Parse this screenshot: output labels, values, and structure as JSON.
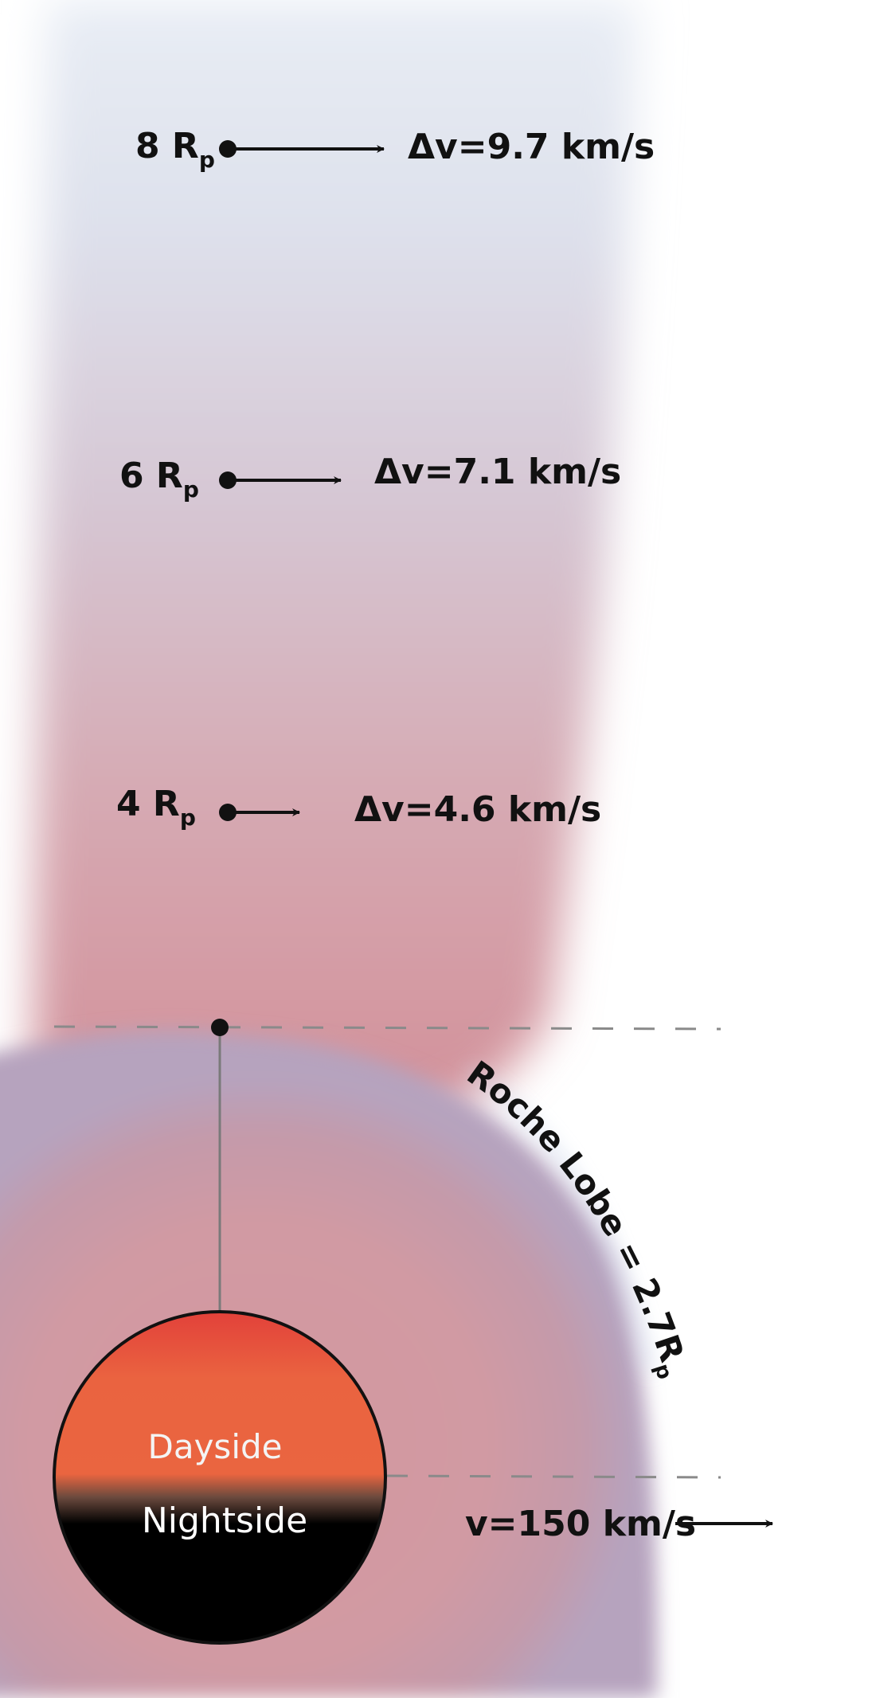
{
  "levels": [
    {
      "label_main": "8 R",
      "label_sub": "p",
      "dv": "Δv=9.7 km/s"
    },
    {
      "label_main": "6 R",
      "label_sub": "p",
      "dv": "Δv=7.1 km/s"
    },
    {
      "label_main": "4 R",
      "label_sub": "p",
      "dv": "Δv=4.6 km/s"
    }
  ],
  "roche": {
    "text_main": "Roche Lobe = 2.7R",
    "text_sub": "p"
  },
  "planet": {
    "dayside": "Dayside",
    "nightside": "Nightside"
  },
  "orbital_velocity": "v=150 km/s",
  "colors": {
    "dayside": "#e9643f",
    "dayside_top": "#e34a3a",
    "nightside": "#000000",
    "tail_top": "#e6ebf3",
    "tail_bottom": "#d7929a",
    "lobe": "#d3959d",
    "dashed_line": "#8a8a8a"
  }
}
